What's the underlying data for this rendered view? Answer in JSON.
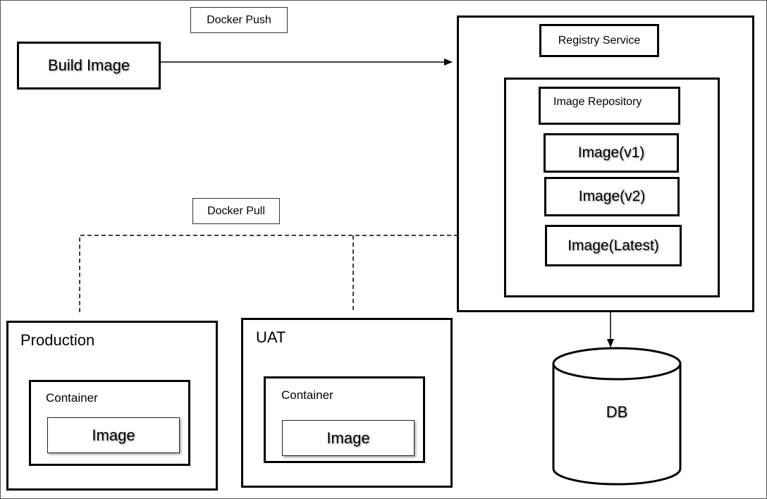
{
  "labels": {
    "docker_push": "Docker Push",
    "docker_pull": "Docker Pull",
    "build_image": "Build Image",
    "registry_service": "Registry Service",
    "image_repository": "Image Repository",
    "image_v1": "Image(v1)",
    "image_v2": "Image(v2)",
    "image_latest": "Image(Latest)",
    "production": "Production",
    "uat": "UAT",
    "container": "Container",
    "image": "Image",
    "db": "DB"
  }
}
